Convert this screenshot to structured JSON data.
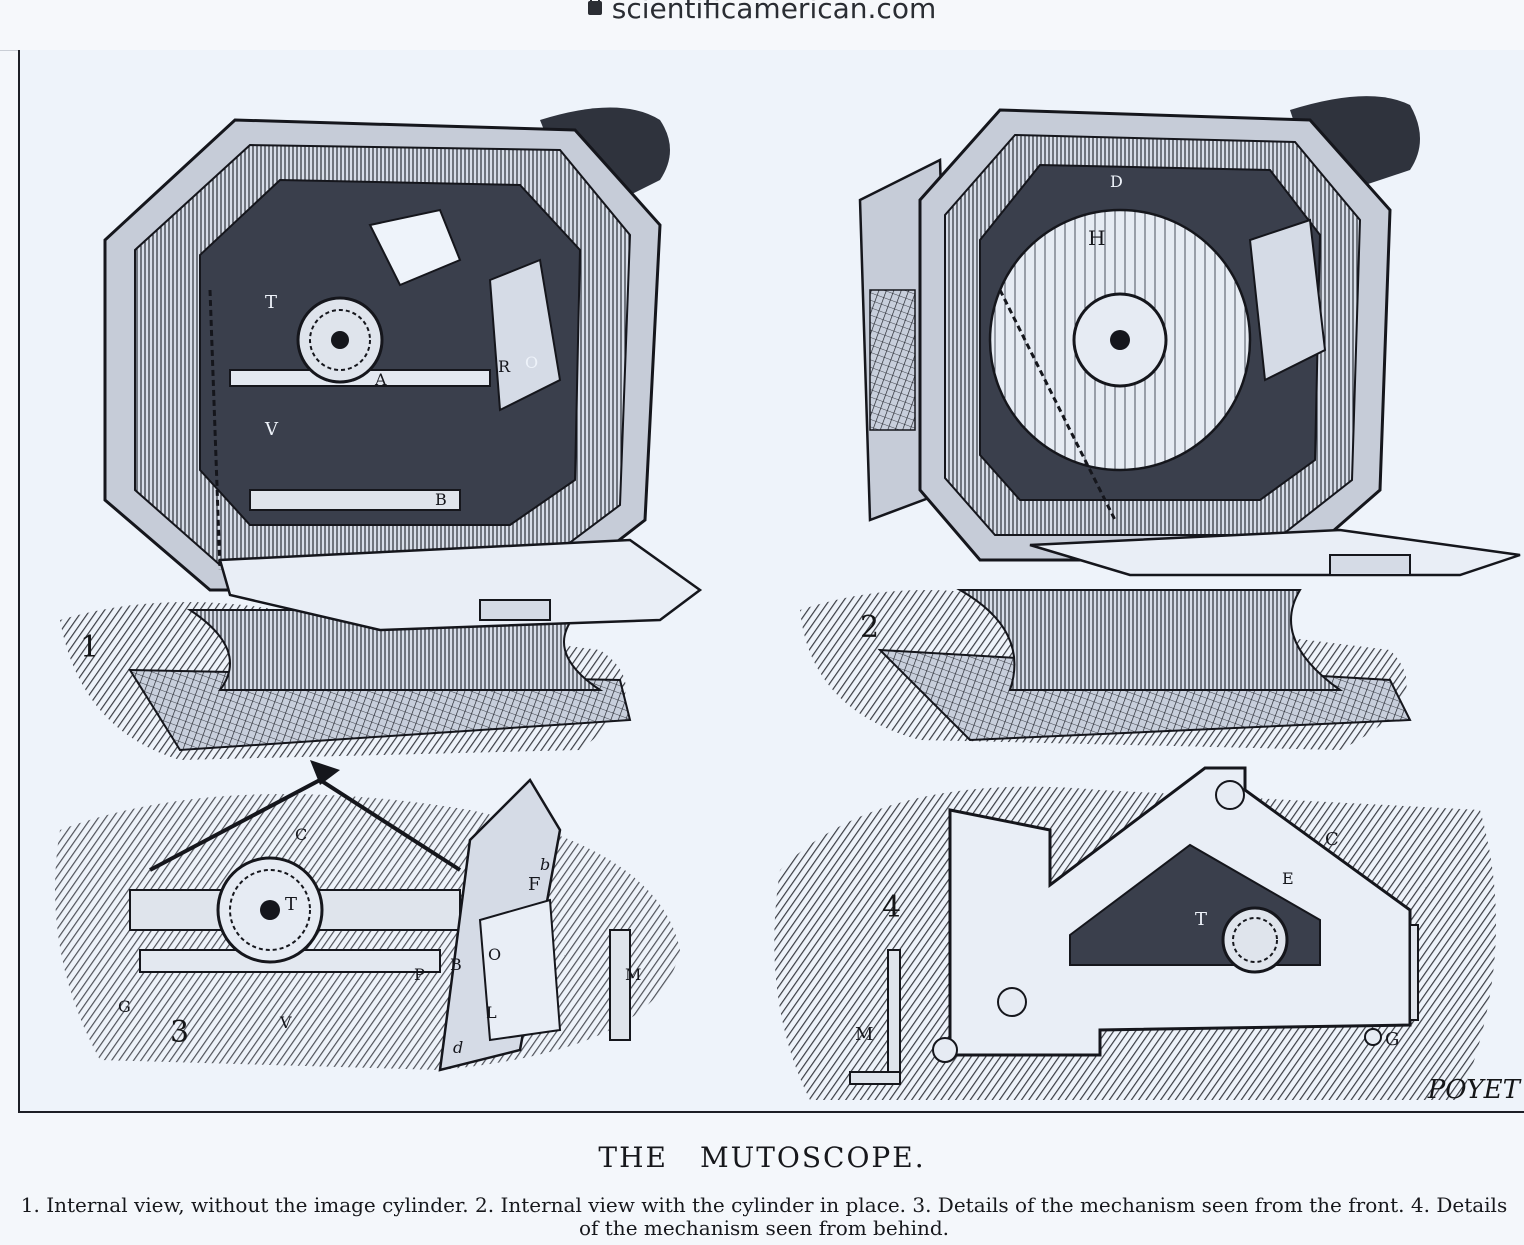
{
  "browser": {
    "url": "scientificamerican.com"
  },
  "plate": {
    "figures": [
      {
        "number": "1"
      },
      {
        "number": "2"
      },
      {
        "number": "3"
      },
      {
        "number": "4"
      }
    ],
    "engraver_signature": "POYET"
  },
  "caption": {
    "title_words": [
      "THE",
      "MUTOSCOPE."
    ],
    "description": "1. Internal view, without the image cylinder. 2. Internal view with the cylinder in place. 3. Details of the mechanism seen from the front. 4. Details of the mechanism seen from behind."
  },
  "colors": {
    "ink": "#15161c",
    "paper": "#eef3fa",
    "shade": "#3a3f4c"
  }
}
